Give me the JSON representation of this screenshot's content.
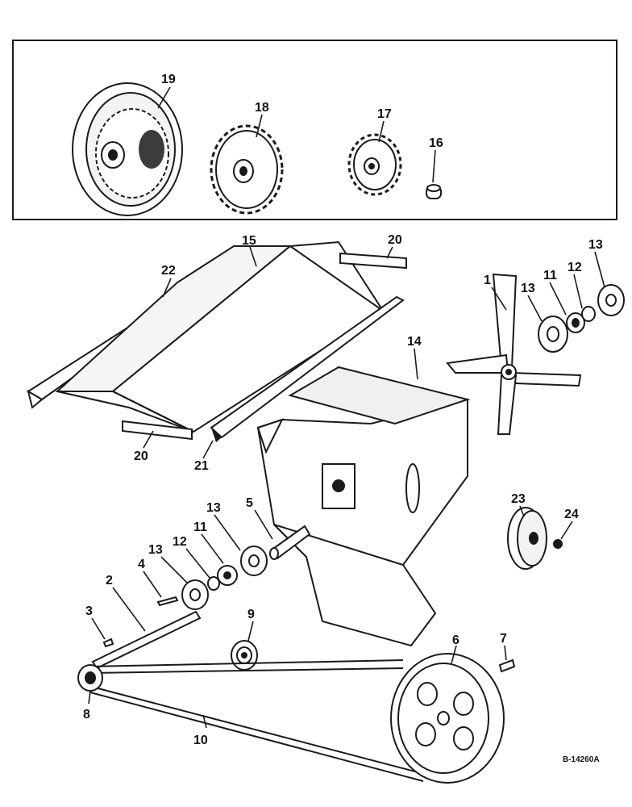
{
  "drawing_code": "B-14260A",
  "callouts": {
    "c1": "1",
    "c2": "2",
    "c3": "3",
    "c4": "4",
    "c5": "5",
    "c6": "6",
    "c7": "7",
    "c8": "8",
    "c9": "9",
    "c10": "10",
    "c11a": "11",
    "c11b": "11",
    "c12a": "12",
    "c12b": "12",
    "c13a": "13",
    "c13b": "13",
    "c13c": "13",
    "c13d": "13",
    "c14": "14",
    "c15": "15",
    "c16": "16",
    "c17": "17",
    "c18": "18",
    "c19": "19",
    "c20a": "20",
    "c20b": "20",
    "c21": "21",
    "c22": "22",
    "c23": "23",
    "c24": "24"
  }
}
